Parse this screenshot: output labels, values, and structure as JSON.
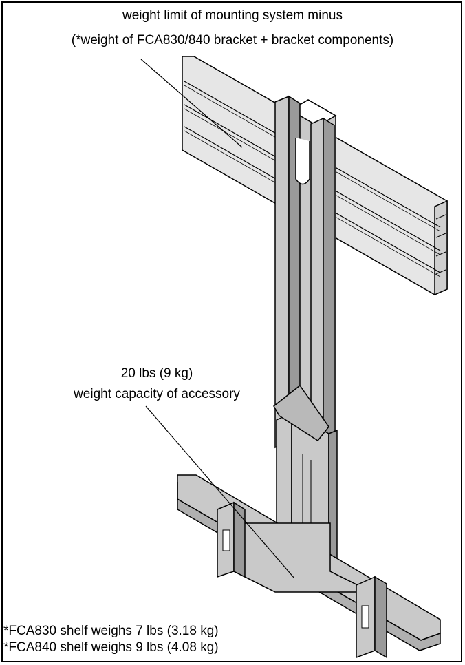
{
  "top_label": {
    "line1": "weight limit of mounting system minus",
    "line2": "(*weight of FCA830/840 bracket + bracket components)"
  },
  "capacity_label": {
    "line1": "20 lbs (9 kg)",
    "line2": "weight capacity of accessory"
  },
  "notes": [
    "*FCA830 shelf weighs 7 lbs (3.18 kg)",
    "*FCA840 shelf weighs 9 lbs (4.08 kg)"
  ],
  "colors": {
    "metal": "#c9c9c9",
    "metal_dark": "#9a9a9a",
    "rail": "#e6e6e6",
    "line": "#000000"
  }
}
